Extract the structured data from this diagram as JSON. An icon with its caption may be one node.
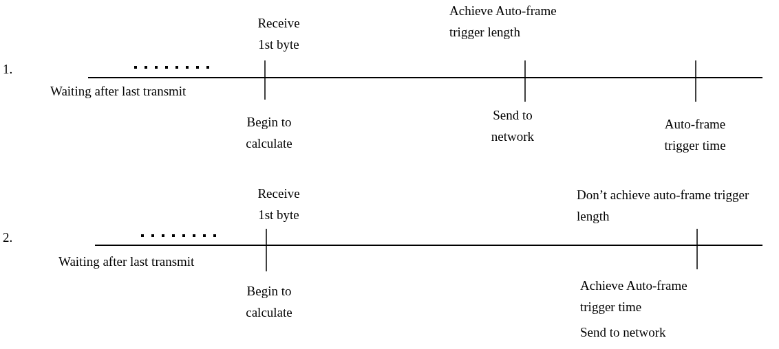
{
  "diagram": {
    "labels": [
      "1.",
      "Receive 1st byte",
      "Achieve Auto-frame trigger length",
      "Waiting after last transmit",
      "Begin to calculate",
      "Send to network",
      "Auto-frame trigger time",
      "2.",
      "Receive 1st byte",
      "Don’t achieve auto-frame trigger length",
      "Waiting after last transmit",
      "Begin to calculate",
      "Achieve Auto-frame trigger time",
      "Send to network"
    ]
  }
}
